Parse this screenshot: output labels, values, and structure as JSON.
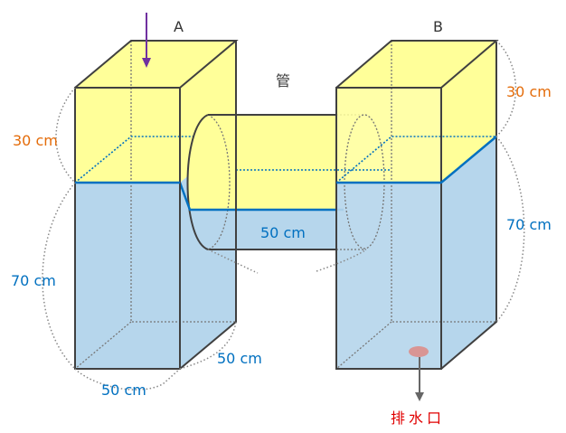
{
  "labels": {
    "tank_a": "A",
    "tank_b": "B",
    "pipe": "管",
    "drain": "排水口",
    "a_air_height": "30 cm",
    "a_water_height": "70 cm",
    "a_width": "50 cm",
    "a_depth": "50 cm",
    "b_air_height": "30 cm",
    "b_water_height": "70 cm",
    "pipe_length": "50 cm"
  },
  "colors": {
    "air": "#ffff99",
    "water": "#b6d6ec",
    "waterline": "#0070c0",
    "orange_label": "#e46c0a",
    "blue_label": "#0070c0",
    "drain_label": "#e00000",
    "inlet_arrow": "#7030a0",
    "drain_dot": "#d99594"
  }
}
